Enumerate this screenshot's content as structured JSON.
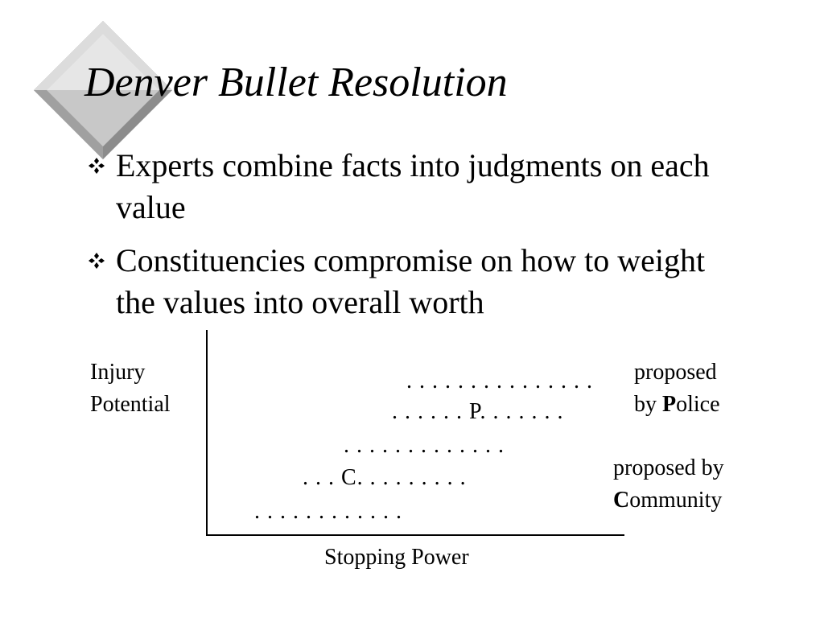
{
  "slide": {
    "title": "Denver Bullet Resolution",
    "bullets": [
      {
        "text": "Experts combine facts into judgments on each value"
      },
      {
        "text": "Constituencies compromise on how to weight the values into overall worth"
      }
    ]
  },
  "diagram": {
    "y_axis_label_line1": "Injury",
    "y_axis_label_line2": "Potential",
    "x_axis_label": "Stopping Power",
    "dot_rows": [
      ". . . . . . . . . . . . . . .",
      ". . . . . . P. . . . . . .",
      ". . . . . . . . . . . . .",
      ". . . C. . . . . . . . .",
      ". . . . . . . . . . . ."
    ],
    "police_note": {
      "line1": "proposed",
      "line2_prefix": "by ",
      "bold_letter": "P",
      "line2_suffix": "olice"
    },
    "community_note": {
      "line1": "proposed by",
      "bold_letter": "C",
      "line2_suffix": "ommunity"
    }
  },
  "colors": {
    "diamond_light": "#dcdcdc",
    "diamond_mid": "#b4b4b4",
    "diamond_dark": "#8c8c8c"
  }
}
